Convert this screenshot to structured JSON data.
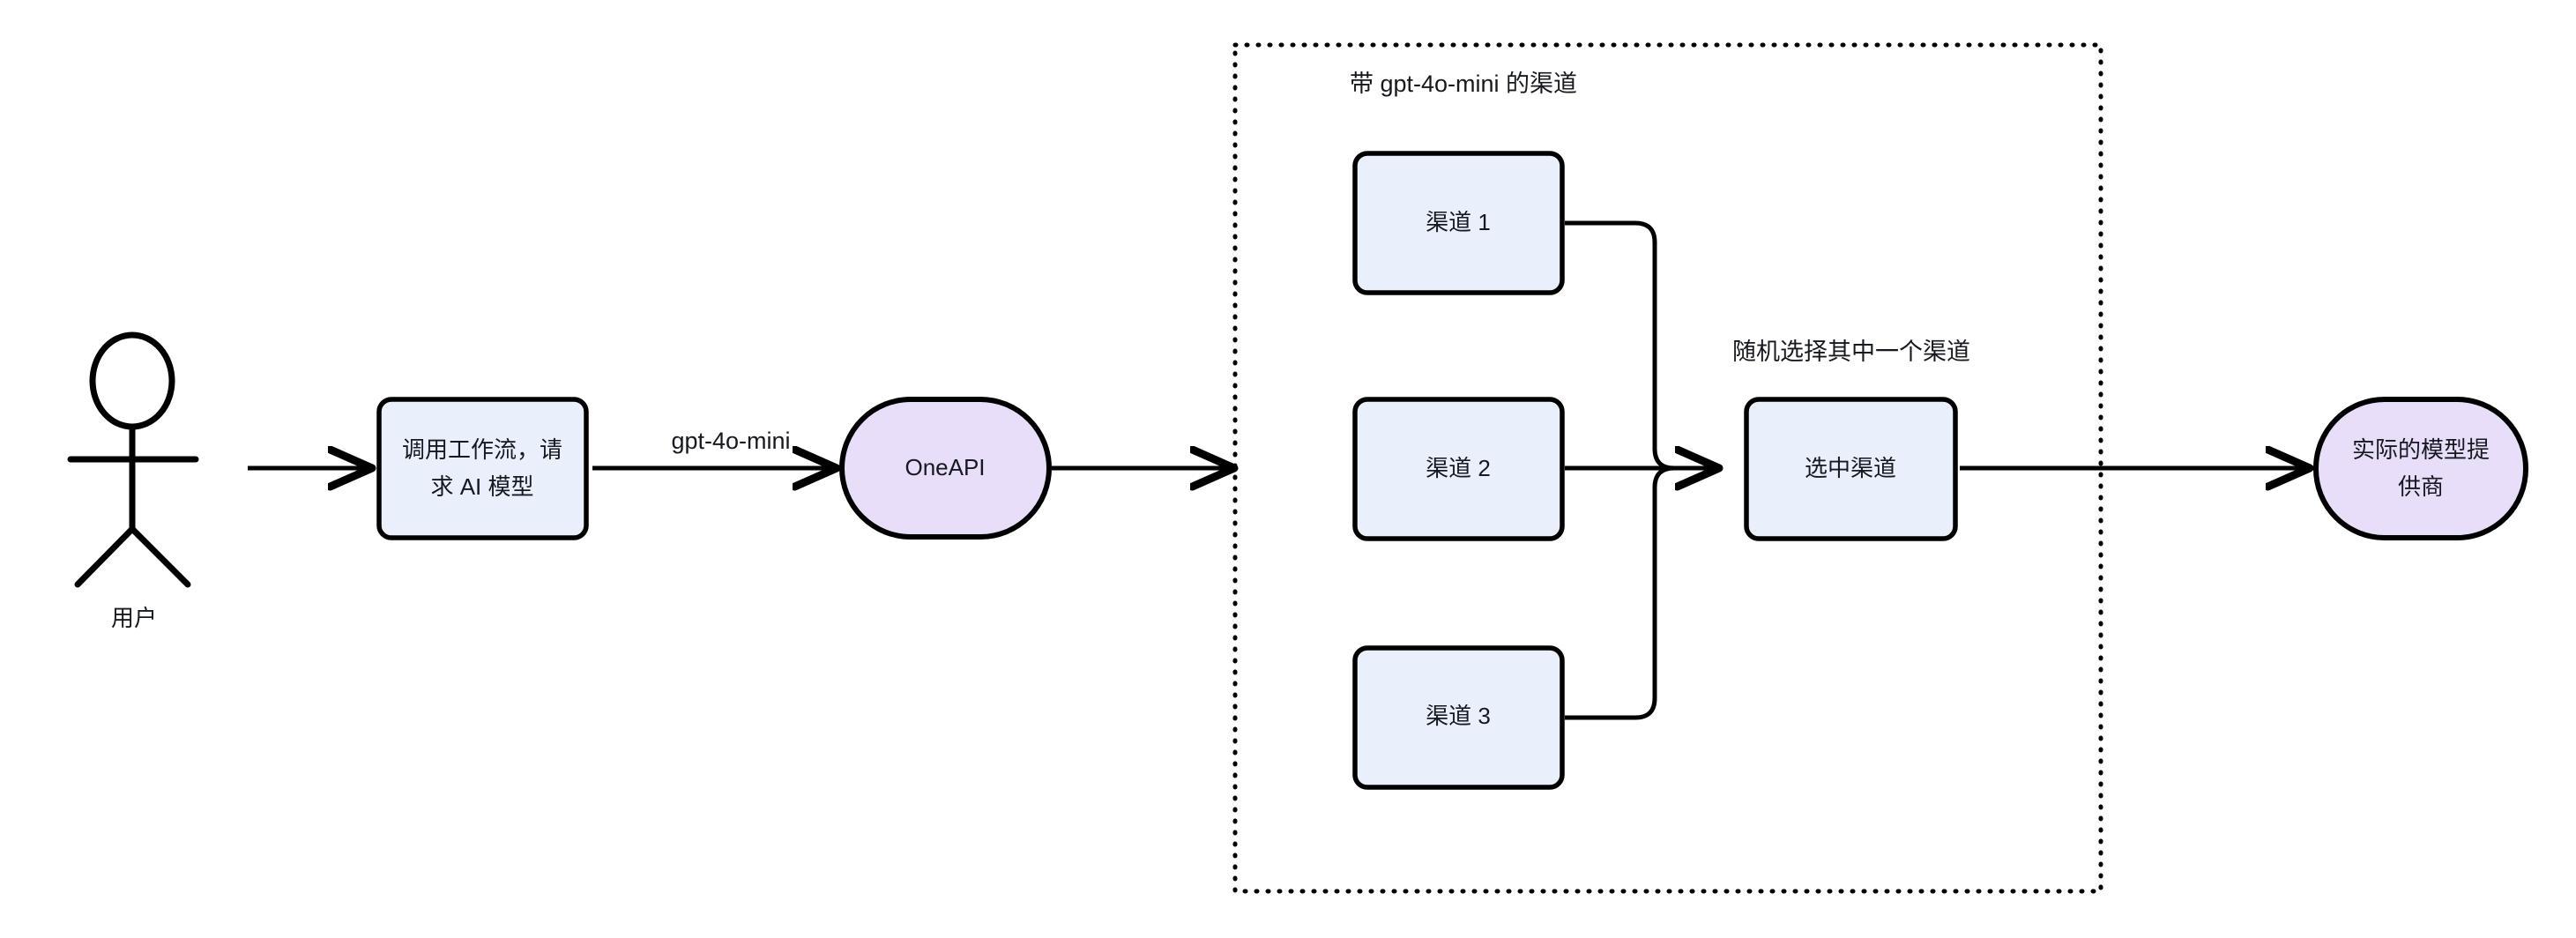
{
  "diagram": {
    "title_hidden": "",
    "colors": {
      "node_fill_blue": "#eaf0fb",
      "node_fill_purple": "#e9defa",
      "stroke": "#000000",
      "text": "#16191f",
      "background": "#ffffff"
    },
    "actor": {
      "name": "user-actor",
      "label": "用户"
    },
    "nodes": [
      {
        "id": "workflow",
        "label_line1": "调用工作流，请",
        "label_line2": "求 AI 模型",
        "shape": "rounded-rect",
        "fill": "#eaf0fb"
      },
      {
        "id": "oneapi",
        "label": "OneAPI",
        "shape": "stadium",
        "fill": "#e9defa"
      },
      {
        "id": "channel1",
        "label": "渠道 1",
        "shape": "rounded-rect",
        "fill": "#eaf0fb"
      },
      {
        "id": "channel2",
        "label": "渠道 2",
        "shape": "rounded-rect",
        "fill": "#eaf0fb"
      },
      {
        "id": "channel3",
        "label": "渠道 3",
        "shape": "rounded-rect",
        "fill": "#eaf0fb"
      },
      {
        "id": "selected",
        "label": "选中渠道",
        "shape": "rounded-rect",
        "fill": "#eaf0fb"
      },
      {
        "id": "provider",
        "label_line1": "实际的模型提",
        "label_line2": "供商",
        "shape": "stadium",
        "fill": "#e9defa"
      }
    ],
    "edge_labels": {
      "model_name": "gpt-4o-mini",
      "random_pick": "随机选择其中一个渠道"
    },
    "group": {
      "id": "channel-group",
      "title": "带 gpt-4o-mini 的渠道",
      "border_style": "dotted"
    }
  }
}
